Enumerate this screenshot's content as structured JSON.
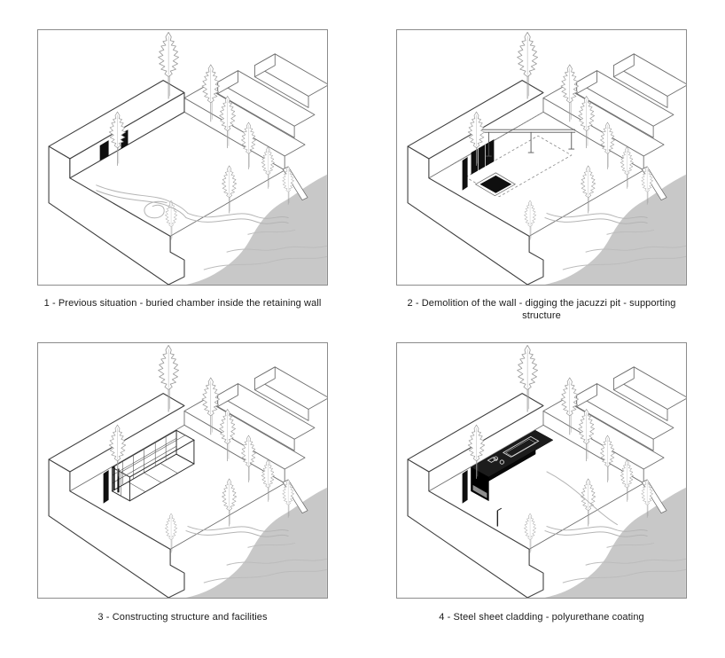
{
  "panels": [
    {
      "step": "1",
      "caption": "1 - Previous situation - buried chamber inside the retaining wall"
    },
    {
      "step": "2",
      "caption": "2 - Demolition of the wall - digging the jacuzzi pit - supporting structure"
    },
    {
      "step": "3",
      "caption": "3 - Constructing structure and facilities"
    },
    {
      "step": "4",
      "caption": "4 - Steel sheet cladding - polyurethane coating"
    }
  ],
  "colors": {
    "river": "#c8c8c8",
    "river_wave": "#bcbcbc",
    "line_dark": "#3f3f3f",
    "line_mid": "#6f6f6f",
    "tree": "#9a9a9a",
    "black_fill": "#0f0f0f",
    "panel_border": "#8c8c8c",
    "caption_text": "#1a1a1a"
  },
  "scene": {
    "tree_count_per_panel": 9,
    "features": [
      "retaining wall",
      "upper terrace",
      "stepped terraces",
      "river",
      "garden path",
      "pine trees"
    ]
  }
}
